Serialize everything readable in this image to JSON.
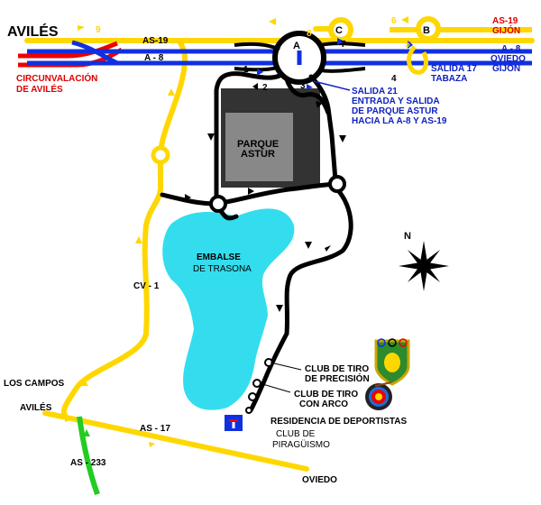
{
  "labels": {
    "city_top": "AVILÉS",
    "exit9": "9",
    "as19": "AS-19",
    "a8": "A - 8",
    "circunvalacion1": "CIRCUNVALACIÓN",
    "circunvalacion2": "DE AVILÉS",
    "node_a": "A",
    "node_b": "B",
    "node_c": "C",
    "exit1": "1",
    "exit2": "2",
    "exit3": "3",
    "exit4": "4",
    "exit5": "5",
    "exit6": "6",
    "exit7": "7",
    "exit8": "8",
    "right_as19_1": "AS-19",
    "right_as19_2": "GIJÓN",
    "right_a8_1": "A - 8",
    "right_a8_2": "OVIEDO",
    "right_a8_3": "GIJÓN",
    "salida17_1": "SALIDA  17",
    "salida17_2": "TABAZA",
    "salida21_1": "SALIDA  21",
    "salida21_2": "ENTRADA Y SALIDA",
    "salida21_3": "DE PARQUE ASTUR",
    "salida21_4": "HACIA LA A-8 Y AS-19",
    "parque1": "PARQUE",
    "parque2": "ASTUR",
    "embalse1": "EMBALSE",
    "embalse2": "DE TRASONA",
    "cv1": "CV - 1",
    "los_campos": "LOS CAMPOS",
    "aviles_bottom": "AVILÉS",
    "as17": "AS - 17",
    "as233": "AS - 233",
    "oviedo": "OVIEDO",
    "club_tiro_prec1": "CLUB DE TIRO",
    "club_tiro_prec2": "DE PRECISIÓN",
    "club_tiro_arco1": "CLUB DE TIRO",
    "club_tiro_arco2": "CON ARCO",
    "residencia": "RESIDENCIA DE DEPORTISTAS",
    "piraguismo1": "CLUB DE",
    "piraguismo2": "PIRAGÜISMO",
    "compass_n": "N"
  },
  "colors": {
    "motorway": "#1030e0",
    "regional": "#ffd700",
    "local": "#000000",
    "reservoir": "#33ddee",
    "park_light": "#888888",
    "park_dark": "#333333",
    "circunvalacion": "#ee0000",
    "green_road": "#22cc22",
    "label_red": "#dd0000",
    "label_blue": "#1020c0"
  }
}
